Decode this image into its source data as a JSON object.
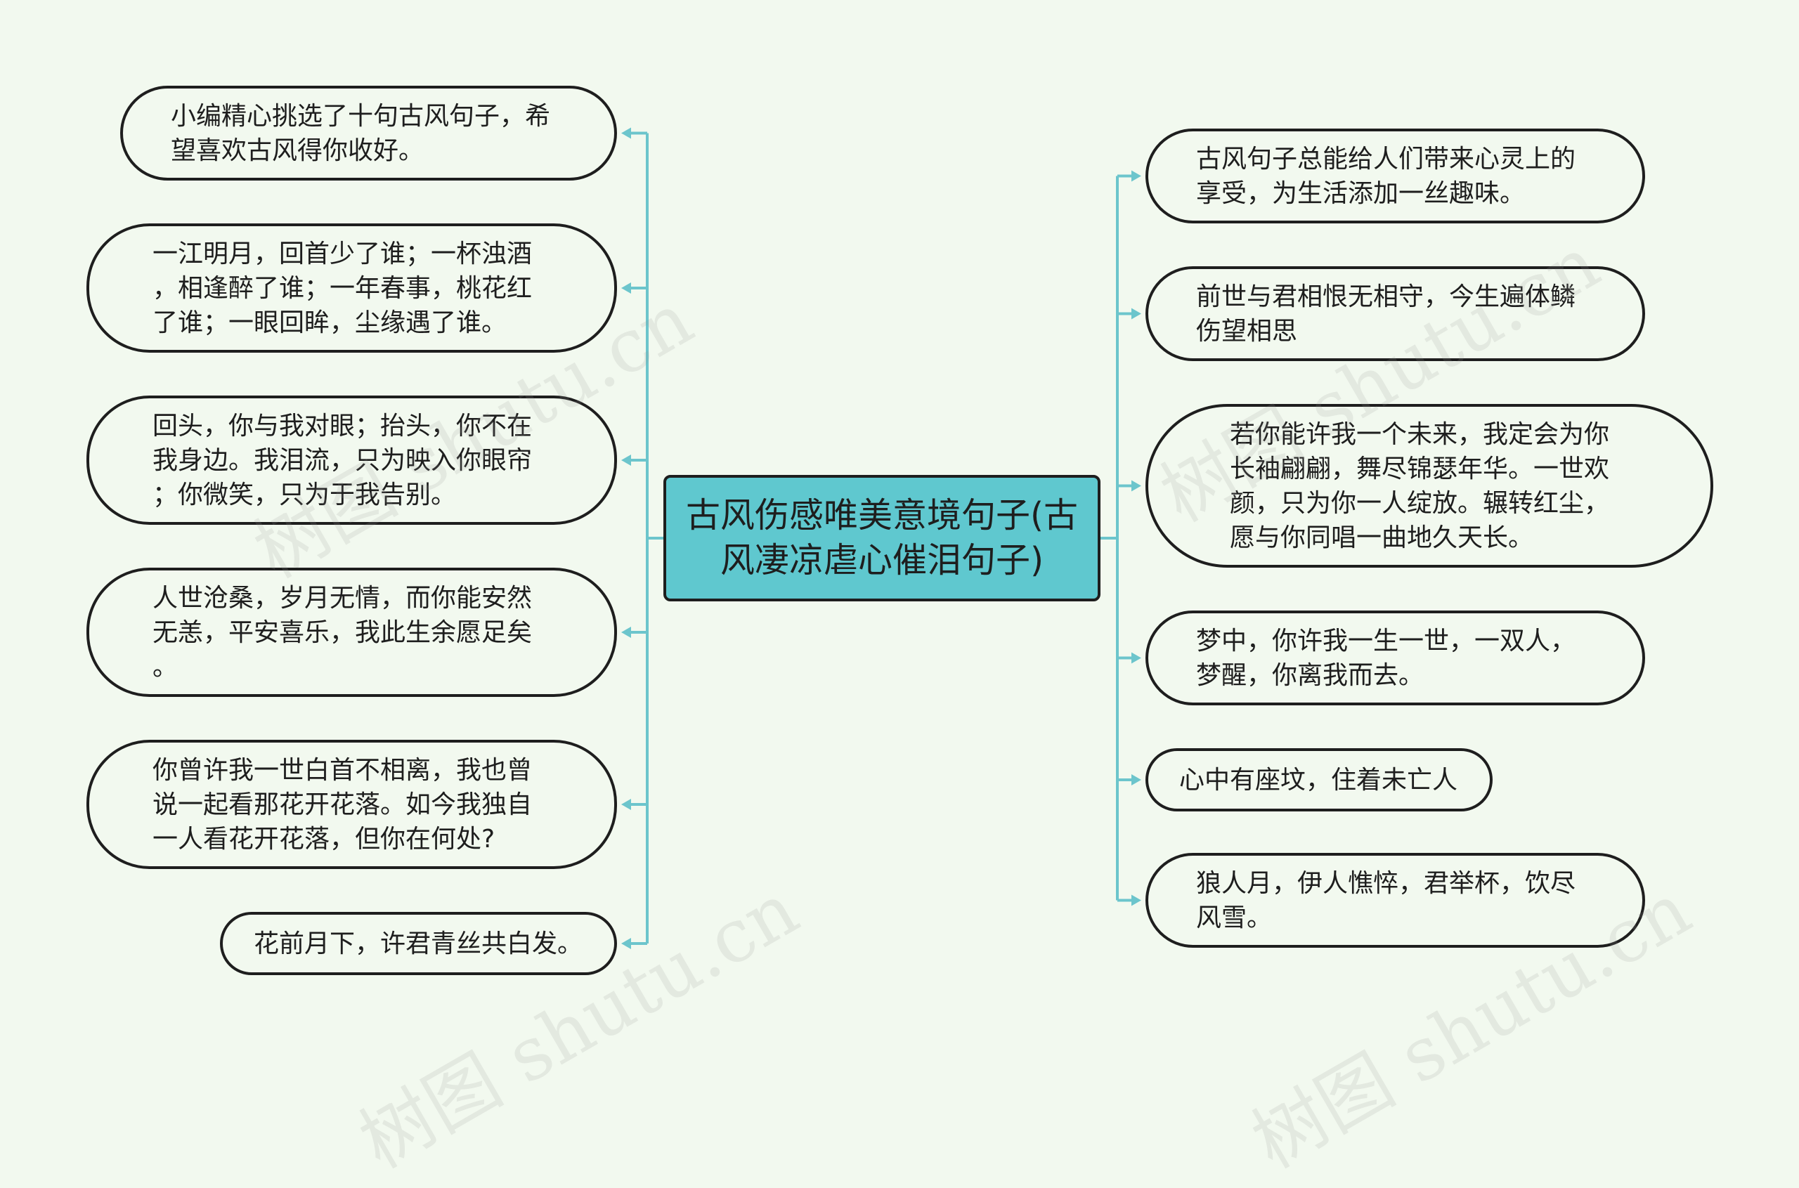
{
  "root": {
    "label": "古风伤感唯美意境句子(古\n风凄凉虐心催泪句子)"
  },
  "left_nodes": [
    {
      "text": "小编精心挑选了十句古风句子，希\n望喜欢古风得你收好。"
    },
    {
      "text": "一江明月，回首少了谁；一杯浊酒\n，相逢醉了谁；一年春事，桃花红\n了谁；一眼回眸，尘缘遇了谁。"
    },
    {
      "text": "回头，你与我对眼；抬头，你不在\n我身边。我泪流，只为映入你眼帘\n；你微笑，只为于我告别。"
    },
    {
      "text": "人世沧桑，岁月无情，而你能安然\n无恙，平安喜乐，我此生余愿足矣\n。"
    },
    {
      "text": "你曾许我一世白首不相离，我也曾\n说一起看那花开花落。如今我独自\n一人看花开花落，但你在何处?"
    },
    {
      "text": "花前月下，许君青丝共白发。"
    }
  ],
  "right_nodes": [
    {
      "text": "古风句子总能给人们带来心灵上的\n享受，为生活添加一丝趣味。"
    },
    {
      "text": "前世与君相恨无相守，今生遍体鳞\n伤望相思"
    },
    {
      "text": "若你能许我一个未来，我定会为你\n长袖翩翩，舞尽锦瑟年华。一世欢\n颜，只为你一人绽放。辗转红尘，\n愿与你同唱一曲地久天长。"
    },
    {
      "text": "梦中，你许我一生一世，一双人，\n梦醒，你离我而去。"
    },
    {
      "text": "心中有座坟，住着未亡人"
    },
    {
      "text": "狼人月，伊人憔悴，君举杯，饮尽\n风雪。"
    }
  ],
  "watermark": {
    "text": "树图 shutu.cn"
  },
  "colors": {
    "background": "#f2f9ef",
    "root_fill": "#5fc8cf",
    "connector": "#6cc5cc",
    "border": "#1e1e1e"
  }
}
